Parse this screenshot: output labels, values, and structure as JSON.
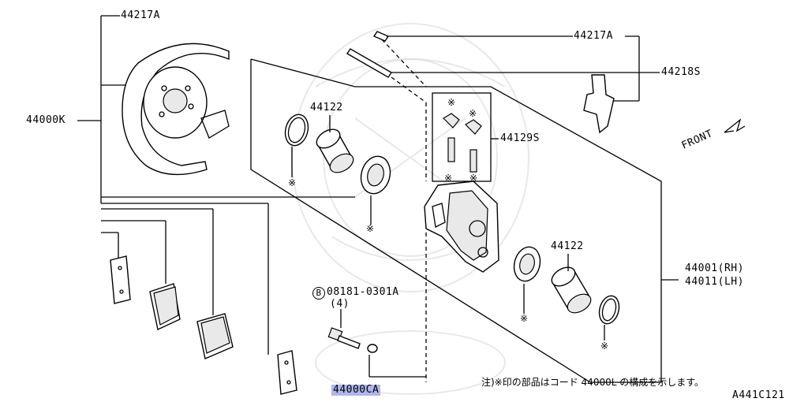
{
  "labels": {
    "l44217a_top": "44217A",
    "l44217a_right": "44217A",
    "l44218s": "44218S",
    "l44000k": "44000K",
    "l44122_left": "44122",
    "l44129s": "44129S",
    "front": "FRONT",
    "l44122_right": "44122",
    "l44001": "44001(RH)",
    "l44011": "44011(LH)",
    "bolt_code": "08181-0301A",
    "bolt_prefix": "B",
    "bolt_qty": "(4)",
    "l44000ca": "44000CA",
    "note": "注)※印の部品はコード 44000L の構成を示します。",
    "diagram_id": "A441C121"
  },
  "star_symbol": "※",
  "highlight_color": "#aeb6ec"
}
